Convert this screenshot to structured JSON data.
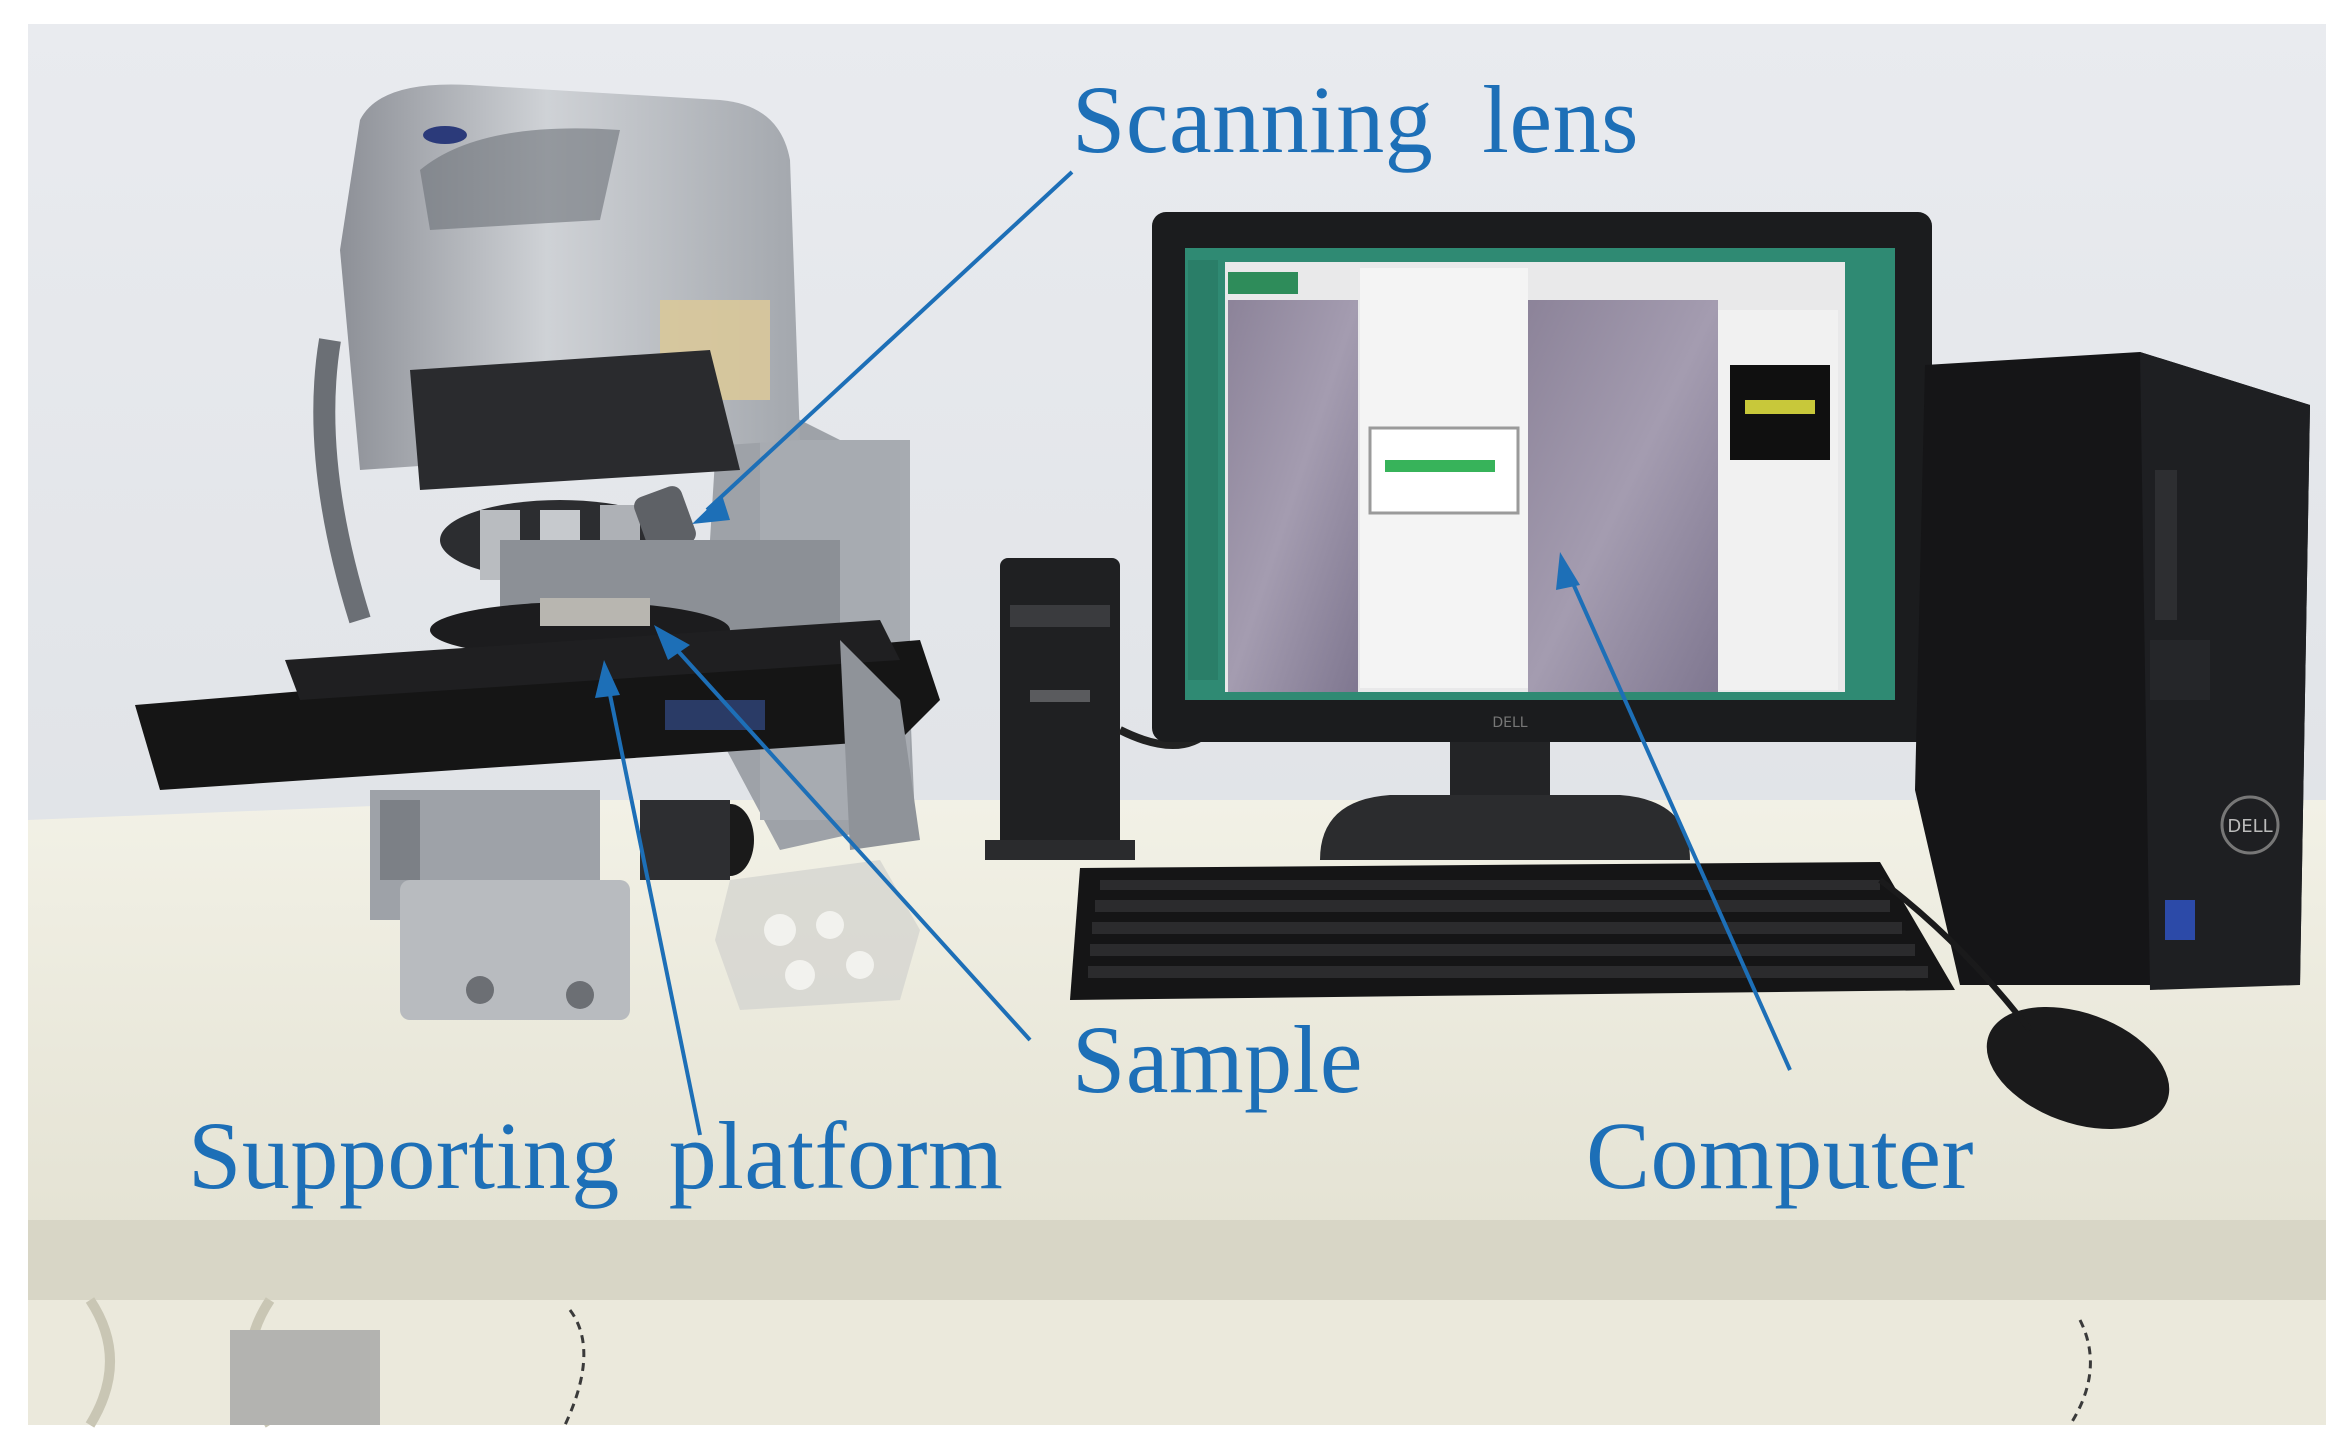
{
  "labels": {
    "scanning_lens": "Scanning  lens",
    "sample": "Sample",
    "supporting_platform": "Supporting  platform",
    "computer": "Computer"
  },
  "monitor": {
    "brand": "DELL"
  },
  "tower": {
    "brand": "DELL"
  },
  "colors": {
    "callout": "#1d6fb7",
    "wall": "#eceef1",
    "desk": "#eceadb",
    "microscope_body": "#a9adb4",
    "stage": "#141414"
  }
}
